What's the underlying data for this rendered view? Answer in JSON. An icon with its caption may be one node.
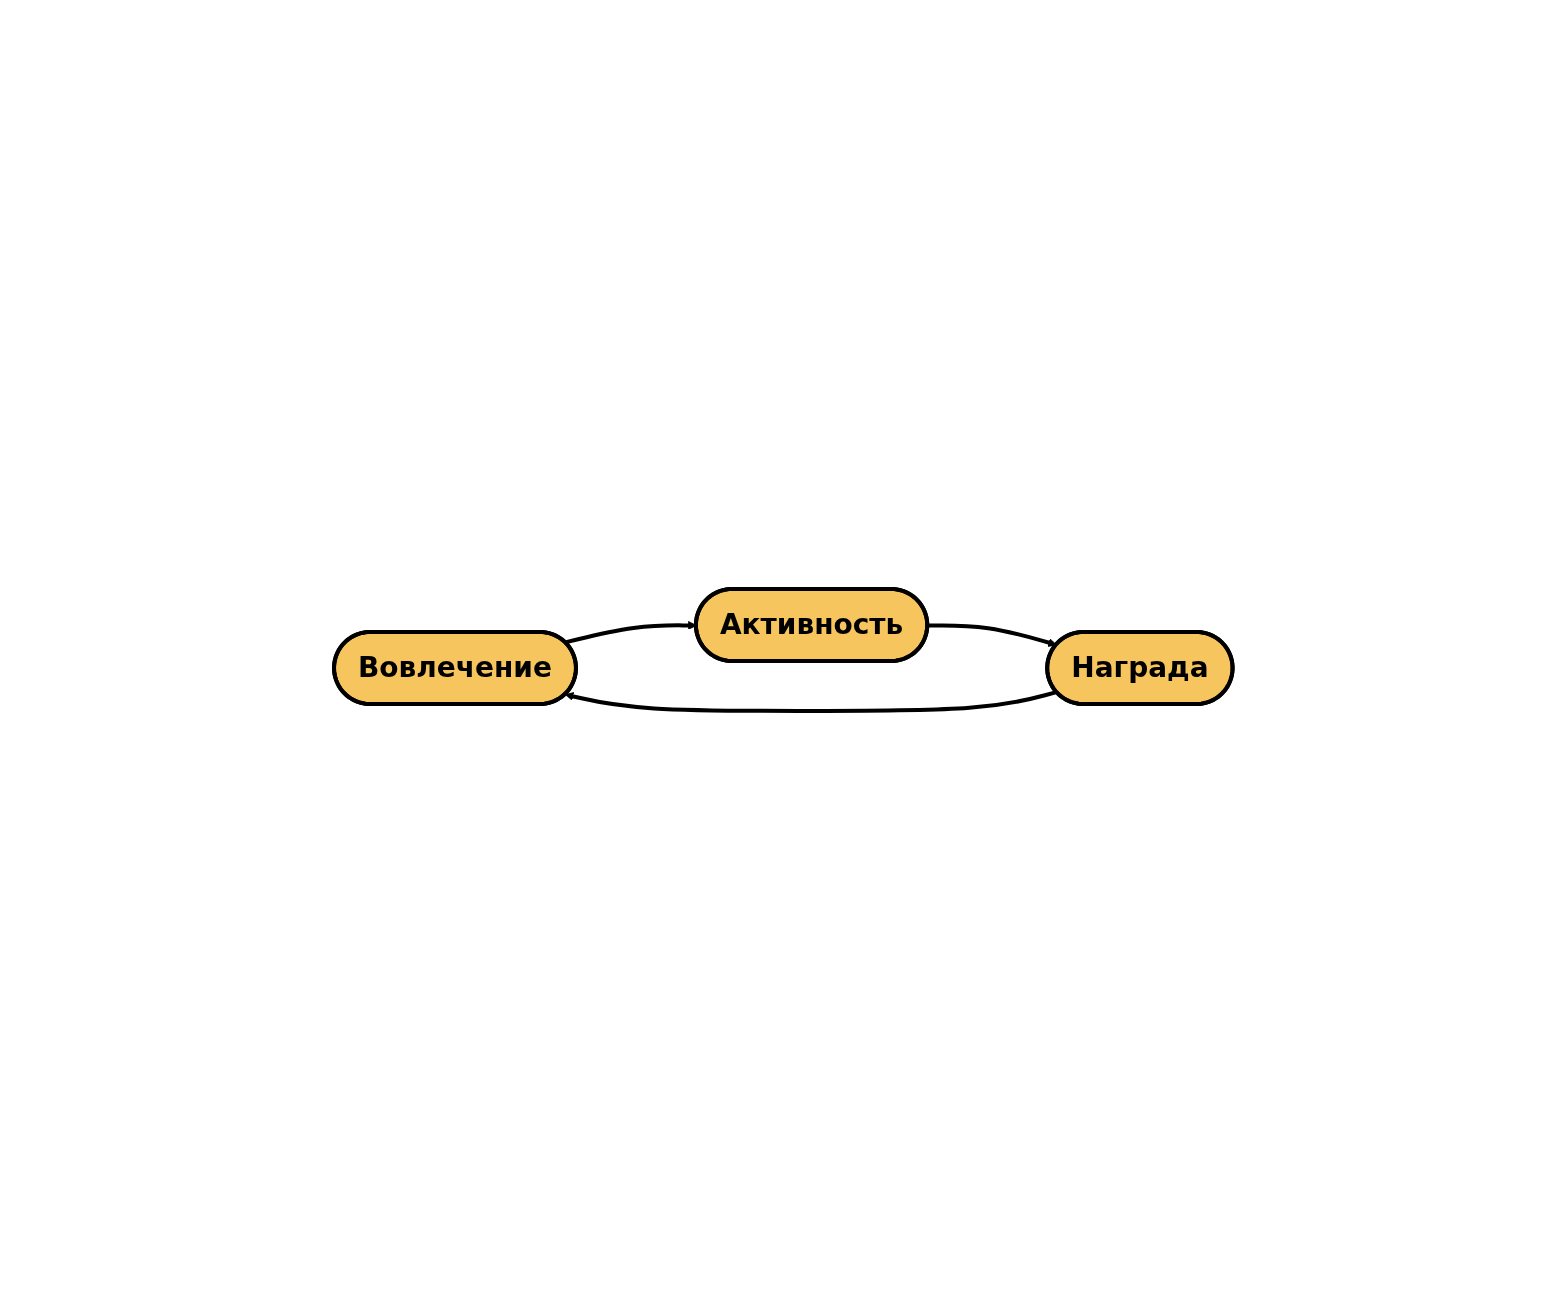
{
  "diagram": {
    "nodes": [
      {
        "text": [
          "Вовлечение"
        ]
      },
      {
        "text": [
          "Активность"
        ]
      },
      {
        "text": [
          "Награда"
        ]
      }
    ],
    "edges": [
      {
        "from": 0,
        "to": 1,
        "arrow": "to"
      },
      {
        "from": 1,
        "to": 2,
        "arrow": "to"
      },
      {
        "from": 2,
        "to": 0,
        "arrow": "to"
      }
    ]
  }
}
